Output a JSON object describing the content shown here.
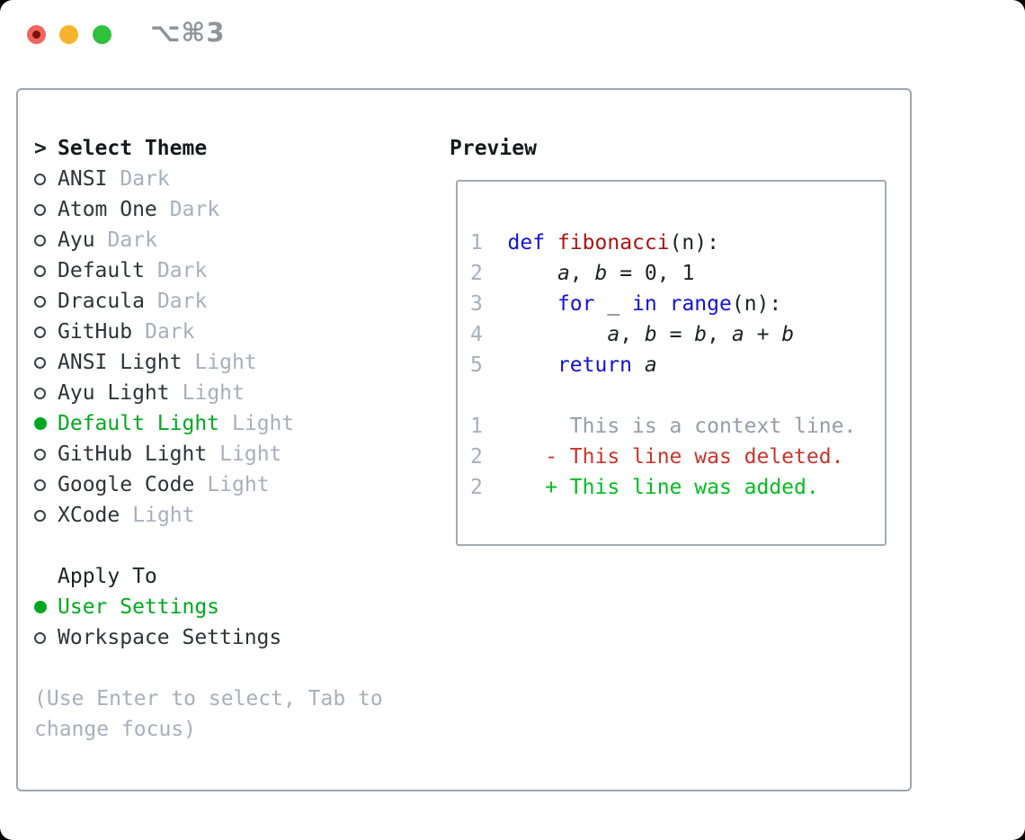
{
  "window": {
    "title": "⌥⌘3",
    "traffic_lights": {
      "close_color": "#f0665c",
      "close_dot_color": "#7c120c",
      "minimize_color": "#f6b42a",
      "zoom_color": "#2fc13e"
    }
  },
  "colors": {
    "selected_green": "#00a81f",
    "added_green": "#00bd1f",
    "deleted_red": "#c9352b",
    "keyword_blue": "#1212d6",
    "function_red": "#ab1414",
    "muted_gray": "#a7b0ba",
    "context_gray": "#959da5",
    "text_dark": "#2e3338",
    "border_gray": "#9ea6ae"
  },
  "theme_panel": {
    "header": {
      "prompt": ">",
      "label": "Select Theme"
    },
    "themes": [
      {
        "name": "ANSI",
        "tag": "Dark",
        "selected": false
      },
      {
        "name": "Atom One",
        "tag": "Dark",
        "selected": false
      },
      {
        "name": "Ayu",
        "tag": "Dark",
        "selected": false
      },
      {
        "name": "Default",
        "tag": "Dark",
        "selected": false
      },
      {
        "name": "Dracula",
        "tag": "Dark",
        "selected": false
      },
      {
        "name": "GitHub",
        "tag": "Dark",
        "selected": false
      },
      {
        "name": "ANSI Light",
        "tag": "Light",
        "selected": false
      },
      {
        "name": "Ayu Light",
        "tag": "Light",
        "selected": false
      },
      {
        "name": "Default Light",
        "tag": "Light",
        "selected": true
      },
      {
        "name": "GitHub Light",
        "tag": "Light",
        "selected": false
      },
      {
        "name": "Google Code",
        "tag": "Light",
        "selected": false
      },
      {
        "name": "XCode",
        "tag": "Light",
        "selected": false
      }
    ],
    "apply_to": {
      "label": "Apply To",
      "options": [
        {
          "name": "User Settings",
          "selected": true
        },
        {
          "name": "Workspace Settings",
          "selected": false
        }
      ]
    },
    "hint_lines": [
      "(Use Enter to select, Tab to",
      "change focus)"
    ]
  },
  "preview": {
    "heading": "Preview",
    "code_lines": [
      [
        "1  ",
        "def",
        " ",
        "fibonacci",
        "(n):"
      ],
      [
        "2  ",
        "    ",
        "a",
        ", ",
        "b",
        " = 0, 1"
      ],
      [
        "3  ",
        "    ",
        "for",
        " _ ",
        "in",
        " ",
        "range",
        "(n):"
      ],
      [
        "4  ",
        "        ",
        "a",
        ", ",
        "b",
        " = ",
        "b",
        ", ",
        "a",
        " + ",
        "b"
      ],
      [
        "5  ",
        "    ",
        "return",
        " ",
        "a"
      ]
    ],
    "diff_lines": [
      [
        "1  ",
        "     This is a context line."
      ],
      [
        "2  ",
        "   - This line was deleted."
      ],
      [
        "2  ",
        "   + This line was added."
      ]
    ]
  }
}
